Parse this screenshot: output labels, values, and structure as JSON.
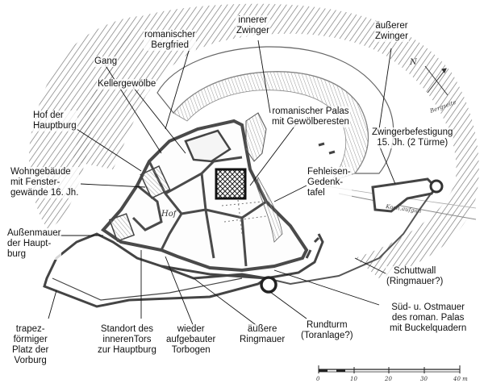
{
  "labels": {
    "romanischer_bergfried": "romanischer\nBergfried",
    "innerer_zwinger": "innerer\nZwinger",
    "ausserer_zwinger": "äußerer\nZwinger",
    "gang": "Gang",
    "kellergewoelbe": "Kellergewölbe",
    "romanischer_palas": "romanischer Palas\nmit Gewölberesten",
    "hof_der_hauptburg": "Hof der\nHauptburg",
    "zwingerbefestigung": "Zwingerbefestigung\n15. Jh. (2 Türme)",
    "wohngebaeude": "Wohngebäude\nmit Fenster-\ngewände 16. Jh.",
    "fehleisen": "Fehleisen-\nGedenk-\ntafel",
    "aussenmauer": "Außenmauer\nder Haupt-\nburg",
    "schuttwall": "Schuttwall\n(Ringmauer?)",
    "sued_ostmauer": "Süd- u. Ostmauer\ndes roman. Palas\nmit Buckelquadern",
    "trapez_platz": "trapez-\nförmiger\nPlatz der\nVorburg",
    "standort_tor": "Standort des\ninnerenTors\nzur Hauptburg",
    "wieder_torbogen": "wieder\naufgebauter\nTorbogen",
    "aeussere_ringmauer": "äußere\nRingmauer",
    "rundturm": "Rundturm\n(Toranlage?)"
  },
  "plan_text": {
    "hof": "Hof",
    "bergseite": "Bergseite",
    "kochsalzpfad": "Koch.aufgan",
    "compass_n": "N"
  },
  "scale": {
    "ticks": [
      "0",
      "10",
      "20",
      "30",
      "40"
    ],
    "unit": "40 m"
  },
  "colors": {
    "wall": "#555555",
    "hatch": "#777777",
    "text": "#111111"
  }
}
